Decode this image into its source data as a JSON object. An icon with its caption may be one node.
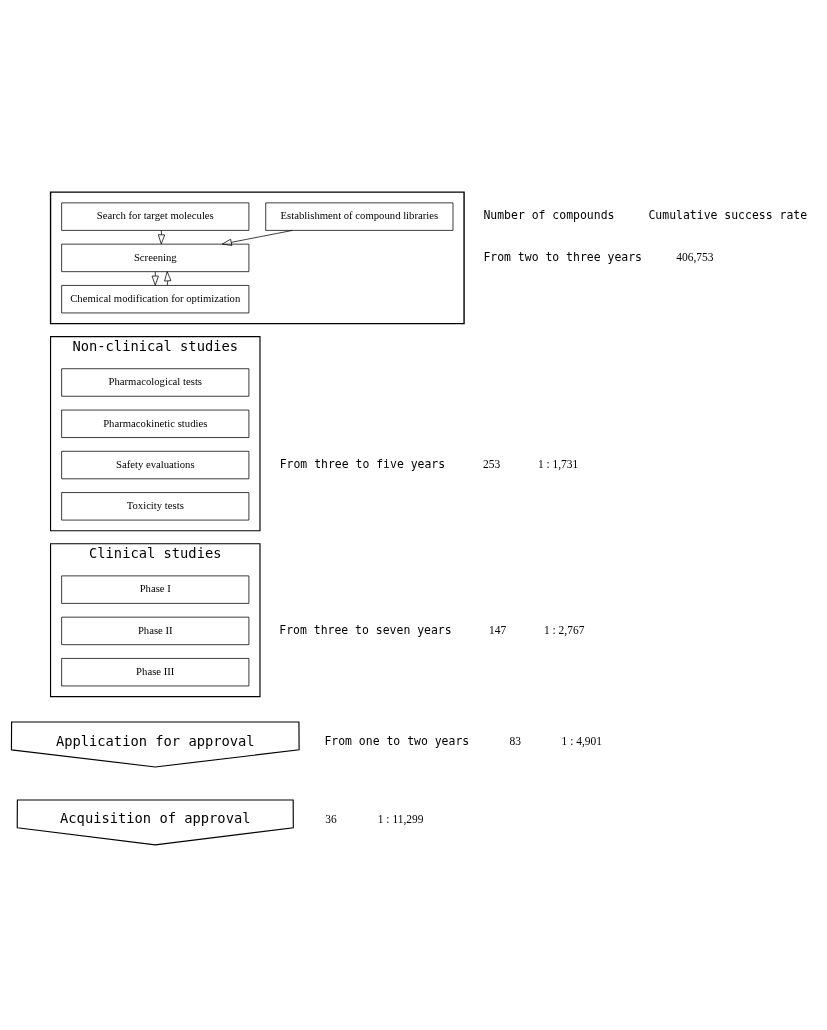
{
  "diagram": {
    "nodes": [
      {
        "text": [],
        "shape": "chevron",
        "beside": [
          "From two to three years",
          "406,753"
        ]
      },
      {
        "text": [
          "Establishment of compound libraries"
        ],
        "in": 0
      },
      {
        "text": [
          "Search for target molecules"
        ],
        "in": 0
      },
      {
        "text": [
          "Screening"
        ],
        "in": 0
      },
      {
        "text": [
          "Chemical modification for optimization"
        ],
        "in": 0
      },
      {
        "text": [
          "Non-clinical studies"
        ],
        "beside": [
          "From three to five years",
          "253",
          "1 : 1,731"
        ]
      },
      {
        "text": [
          "Pharmacological tests"
        ],
        "in": 5
      },
      {
        "text": [
          "Pharmacokinetic studies"
        ],
        "in": 5
      },
      {
        "text": [
          "Safety evaluations"
        ],
        "in": 5
      },
      {
        "text": [
          "Toxicity tests"
        ],
        "in": 5
      },
      {
        "text": [
          "Clinical studies"
        ],
        "beside": [
          "From three to seven years",
          "147",
          "1 : 2,767"
        ]
      },
      {
        "text": [
          "Phase I"
        ],
        "in": 10
      },
      {
        "text": [
          "Phase II"
        ],
        "in": 10
      },
      {
        "text": [
          "Phase III"
        ],
        "in": 10
      },
      {
        "text": [
          "Application for approval"
        ],
        "beside": [
          "From one to two years",
          "83",
          "1 : 4,901"
        ]
      },
      {
        "text": [
          "Acquisition of approval"
        ],
        "beside": [
          "36",
          "1 : 11,299"
        ]
      }
    ],
    "edges": [
      {
        "from": 1,
        "to": 3,
        "arrow": "to"
      },
      {
        "from": 2,
        "to": 3,
        "arrow": "to"
      },
      {
        "from": 3,
        "to": 4,
        "arrow": "to"
      },
      {
        "from": 4,
        "to": 3,
        "arrow": "to"
      }
    ],
    "labels": [
      "Number of compounds",
      "Cumulative success rate"
    ]
  }
}
